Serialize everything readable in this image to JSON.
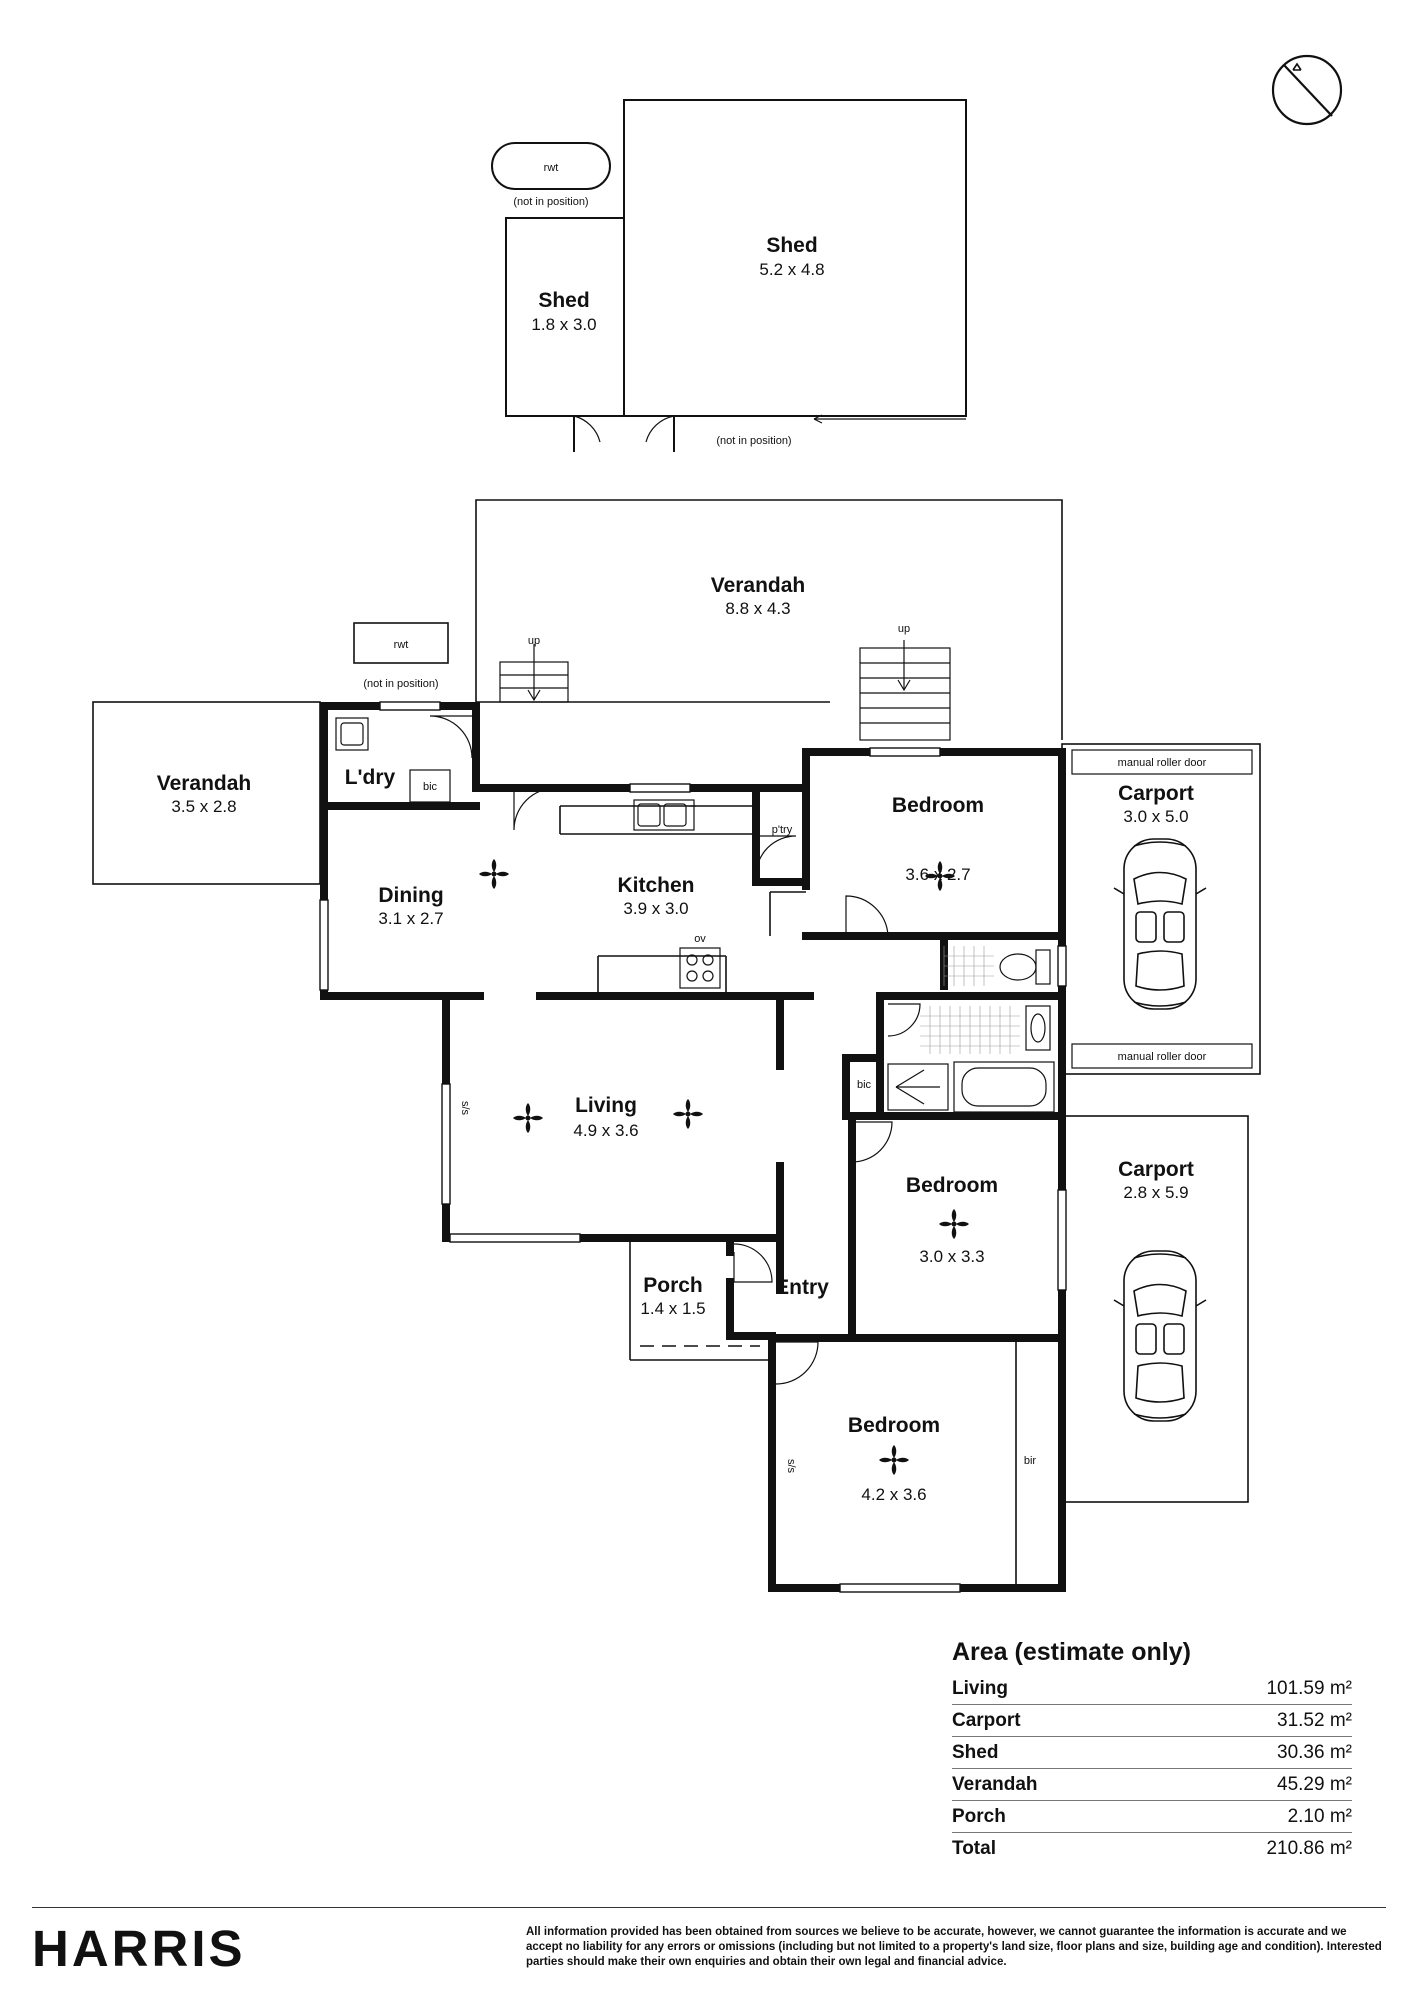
{
  "rooms": {
    "shed_small": {
      "name": "Shed",
      "dim": "1.8 x 3.0"
    },
    "shed_large": {
      "name": "Shed",
      "dim": "5.2 x 4.8"
    },
    "verandah_rear": {
      "name": "Verandah",
      "dim": "8.8 x 4.3"
    },
    "verandah_side": {
      "name": "Verandah",
      "dim": "3.5 x 2.8"
    },
    "laundry": {
      "name": "L'dry"
    },
    "dining": {
      "name": "Dining",
      "dim": "3.1 x 2.7"
    },
    "kitchen": {
      "name": "Kitchen",
      "dim": "3.9 x 3.0"
    },
    "bedroom_1": {
      "name": "Bedroom",
      "dim": "3.6 x 2.7"
    },
    "living": {
      "name": "Living",
      "dim": "4.9 x 3.6"
    },
    "bedroom_2": {
      "name": "Bedroom",
      "dim": "3.0 x 3.3"
    },
    "porch": {
      "name": "Porch",
      "dim": "1.4 x 1.5"
    },
    "entry": {
      "name": "Entry"
    },
    "bedroom_3": {
      "name": "Bedroom",
      "dim": "4.2 x 3.6"
    },
    "carport_1": {
      "name": "Carport",
      "dim": "3.0 x 5.0"
    },
    "carport_2": {
      "name": "Carport",
      "dim": "2.8 x 5.9"
    }
  },
  "labels": {
    "rwt": "rwt",
    "not_in_position": "(not in position)",
    "up": "up",
    "bic": "bic",
    "bir": "bir",
    "pantry": "p'try",
    "ov": "ov",
    "ss": "s/s",
    "roller_door": "manual roller door"
  },
  "area": {
    "title": "Area (estimate only)",
    "unit": "m²",
    "rows": [
      {
        "label": "Living",
        "value": "101.59 m²"
      },
      {
        "label": "Carport",
        "value": "31.52 m²"
      },
      {
        "label": "Shed",
        "value": "30.36 m²"
      },
      {
        "label": "Verandah",
        "value": "45.29 m²"
      },
      {
        "label": "Porch",
        "value": "2.10 m²"
      },
      {
        "label": "Total",
        "value": "210.86 m²"
      }
    ]
  },
  "footer": {
    "brand": "HARRIS",
    "disclaimer": "All information provided has been obtained from sources we believe to be accurate, however, we cannot guarantee the information is accurate and we accept no liability for any errors or omissions (including but not limited to a property's land size, floor plans and size, building age and condition). Interested parties should make their own enquiries and obtain their own legal and financial advice."
  },
  "icons": [
    "north-arrow-icon",
    "ceiling-fan-icon",
    "car-icon",
    "sink-icon",
    "stove-icon",
    "toilet-icon",
    "bath-icon",
    "shower-icon"
  ]
}
